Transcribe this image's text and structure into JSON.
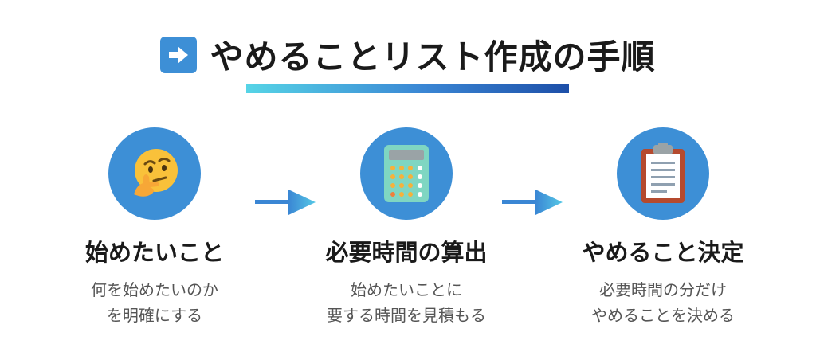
{
  "title": "やめることリスト作成の手順",
  "colors": {
    "accent": "#3d8fd6",
    "underline_start": "#56d4e6",
    "underline_end": "#1d4fa8",
    "text_main": "#1a1a1a",
    "text_sub": "#555555"
  },
  "steps": [
    {
      "icon": "thinking-face-icon",
      "title": "始めたいこと",
      "desc_line1": "何を始めたいのか",
      "desc_line2": "を明確にする"
    },
    {
      "icon": "calculator-icon",
      "title": "必要時間の算出",
      "desc_line1": "始めたいことに",
      "desc_line2": "要する時間を見積もる"
    },
    {
      "icon": "clipboard-icon",
      "title": "やめること決定",
      "desc_line1": "必要時間の分だけ",
      "desc_line2": "やめることを決める"
    }
  ]
}
